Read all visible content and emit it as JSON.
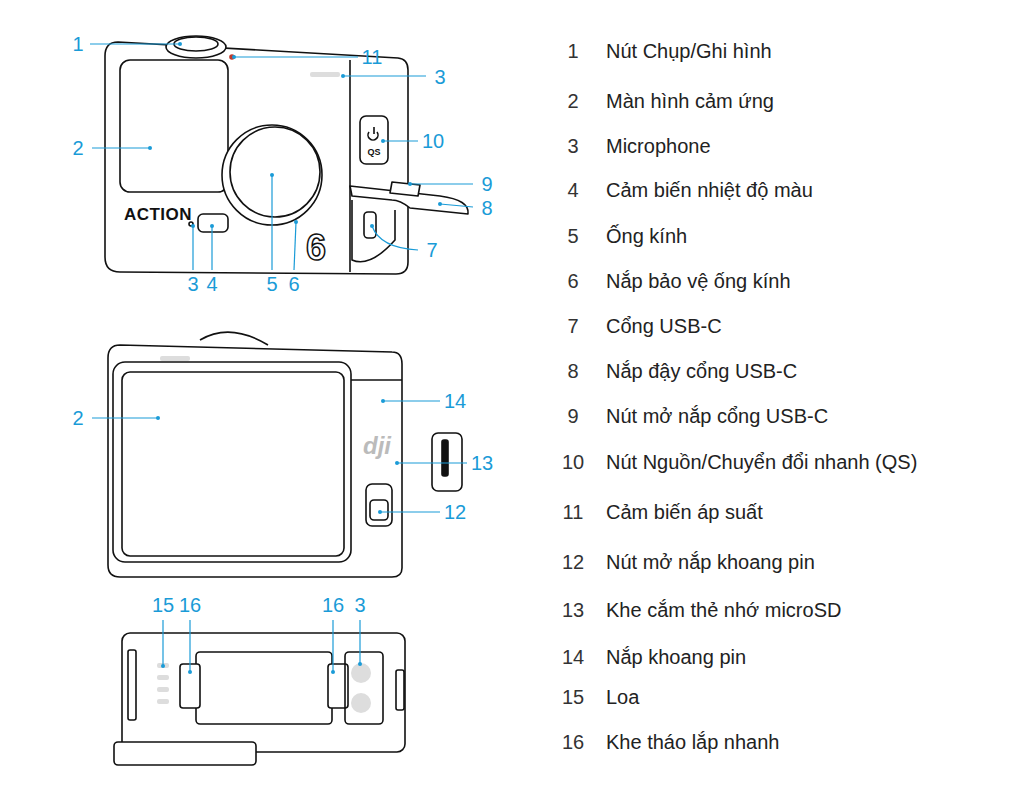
{
  "diagram": {
    "labels": [
      "1",
      "11",
      "3",
      "2",
      "10",
      "9",
      "8",
      "7",
      "3",
      "4",
      "5",
      "6",
      "ACTION",
      "6",
      "QS",
      "2",
      "14",
      "13",
      "12",
      "dji",
      "15",
      "16",
      "16",
      "3",
      "1",
      "Nút Chụp/Ghi hình",
      "2",
      "Màn hình cảm ứng",
      "3",
      "Microphone",
      "4",
      "Cảm biến nhiệt độ màu",
      "5",
      "Ống kính",
      "6",
      "Nắp bảo vệ ống kính",
      "7",
      "Cổng USB-C",
      "8",
      "Nắp đậy cổng USB-C",
      "9",
      "Nút mở nắp cổng USB-C",
      "10",
      "Nút Nguồn/Chuyển đổi nhanh (QS)",
      "11",
      "Cảm biến áp suất",
      "12",
      "Nút mở nắp khoang pin",
      "13",
      "Khe cắm thẻ nhớ microSD",
      "14",
      "Nắp khoang pin",
      "15",
      "Loa",
      "16",
      "Khe tháo lắp nhanh"
    ]
  }
}
